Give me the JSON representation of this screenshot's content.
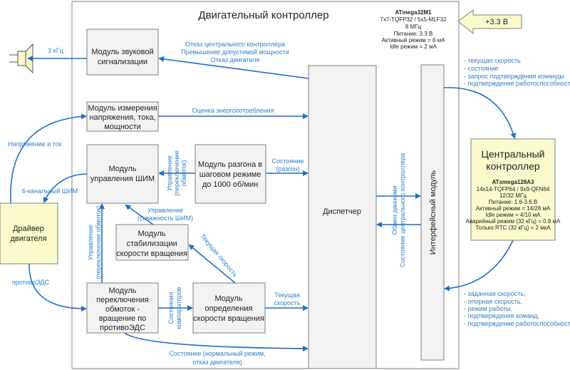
{
  "controller": {
    "title": "Двигательный контроллер",
    "chip": {
      "name": "ATmega32M1",
      "lines": [
        "7x7-TQFP32 / 5x5-MLF32",
        "8 МГц",
        "Питание: 3.3 В",
        "Активный режим = 6 мА",
        "Idle режим = 2 мА"
      ]
    }
  },
  "power": {
    "label": "+3.3 В"
  },
  "modules": {
    "sound": [
      "Модуль звуковой",
      "сигнализации"
    ],
    "measure": [
      "Модуль измерения",
      "напряжения, тока,",
      "мощности"
    ],
    "pwm": [
      "Модуль",
      "управления ШИМ"
    ],
    "accel": [
      "Модуль разгона в",
      "шаговом режиме",
      "до 1000 об/мин"
    ],
    "stab": [
      "Модуль",
      "стабилизации",
      "скорости вращения"
    ],
    "switch": [
      "Модуль",
      "переключения",
      "обмоток -",
      "вращение по",
      "противоЭДС"
    ],
    "speed": [
      "Модуль",
      "определения",
      "скорости вращения"
    ],
    "dispatcher": "Диспетчер",
    "interface": "Интерфейсный модуль"
  },
  "driver": [
    "Драйвер",
    "двигателя"
  ],
  "central": {
    "title": [
      "Центральный",
      "контроллер"
    ],
    "chip": {
      "name": "ATxmega128A3",
      "lines": [
        "14x14-TQFP64 / 9x9-QFN64",
        "12/32 МГц",
        "Питание: 1.6-3.6 В",
        "Активный режим = 14/28 мА",
        "Idle режим = 4/10 мА",
        "Аварийный режим (32 кГц) = 0.8 мА",
        "Только RTC (32 кГц) = 2 мкА"
      ]
    }
  },
  "labels": {
    "failures": [
      "Отказ центрального контроллера",
      "Превышение допустимой мощности",
      "Отказ двигателя"
    ],
    "freq": "3 кГц",
    "energy": "Оценка энергопотребления",
    "accel_state": [
      "Состояние",
      "(разгон)"
    ],
    "accel_ctrl": [
      "Управление",
      "(переключение",
      "обмоток)"
    ],
    "pwm_duty": [
      "Управление",
      "(скважность ШИМ)"
    ],
    "cur_speed_diag": "Текущая скорость",
    "switch_ctrl": [
      "Управление",
      "(переключение обмоток)"
    ],
    "comparators": [
      "Состояния",
      "компараторов"
    ],
    "cur_speed": [
      "Текущая",
      "скорость"
    ],
    "state_bottom": [
      "Состояние (нормальный режим,",
      "отказ двигателя)"
    ],
    "exchange": [
      "Обмен данными",
      "Состояние центрального контроллера"
    ],
    "volt_current": "Напряжение и ток",
    "pwm6": "6-канальный ШИМ",
    "bemf": "противоЭДС",
    "to_central": [
      "- текущая скорость",
      "- состояние",
      "- запрос подтверждения команды",
      "- подтверждение работоспособности"
    ],
    "from_central": [
      "- заданная скорость,",
      "- опорная скорость,",
      "- режим работы,",
      "- подтверждения команд,",
      "- подтверждение работоспособности"
    ]
  }
}
